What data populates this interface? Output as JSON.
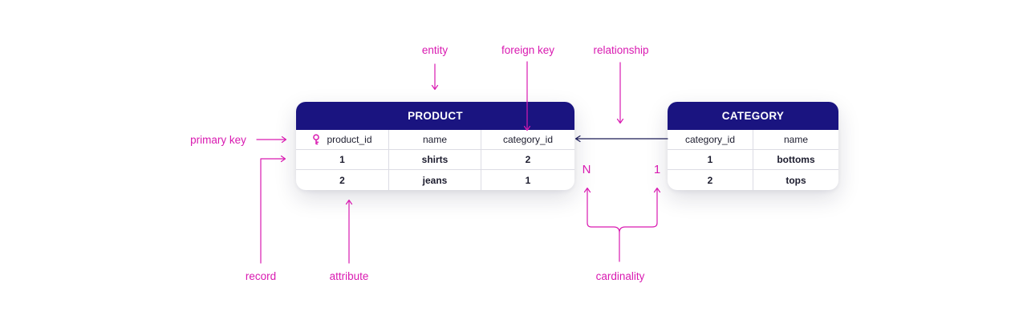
{
  "colors": {
    "header": "#1a1480",
    "annotation": "#d91ab1",
    "relationship_line": "#1a1a55",
    "grid": "#dcdce4"
  },
  "product_table": {
    "title": "PRODUCT",
    "columns": [
      "product_id",
      "name",
      "category_id"
    ],
    "primary_key_icon": "key-icon",
    "rows": [
      [
        "1",
        "shirts",
        "2"
      ],
      [
        "2",
        "jeans",
        "1"
      ]
    ]
  },
  "category_table": {
    "title": "CATEGORY",
    "columns": [
      "category_id",
      "name"
    ],
    "rows": [
      [
        "1",
        "bottoms"
      ],
      [
        "2",
        "tops"
      ]
    ]
  },
  "annotations": {
    "entity": "entity",
    "foreign_key": "foreign key",
    "relationship": "relationship",
    "primary_key": "primary key",
    "record": "record",
    "attribute": "attribute",
    "cardinality": "cardinality",
    "cardinality_many": "N",
    "cardinality_one": "1"
  }
}
